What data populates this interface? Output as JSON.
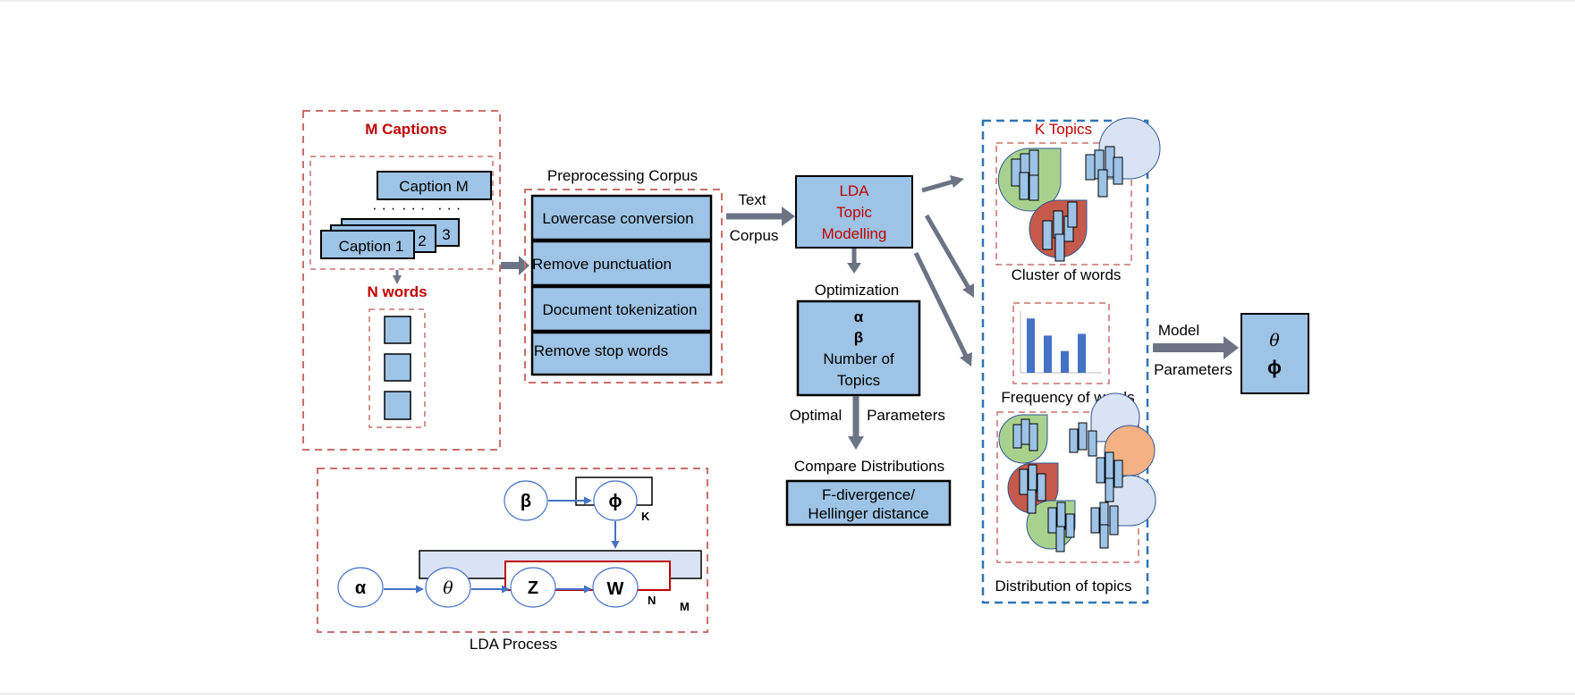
{
  "captions": {
    "group_title": "M Captions",
    "caption_m": "Caption M",
    "caption_1": "Caption 1",
    "caption_2": "2",
    "caption_3": "3",
    "words_title": "N words"
  },
  "preprocessing": {
    "title": "Preprocessing Corpus",
    "steps": [
      "Lowercase conversion",
      "Remove punctuation",
      "Document tokenization",
      "Remove stop words"
    ]
  },
  "arrow_text_corpus": {
    "line1": "Text",
    "line2": "Corpus"
  },
  "lda": {
    "line1": "LDA",
    "line2": "Topic",
    "line3": "Modelling"
  },
  "optimization": {
    "title": "Optimization",
    "alpha": "α",
    "beta": "β",
    "topics_line1": "Number of",
    "topics_line2": "Topics"
  },
  "optimal_parameters": {
    "left": "Optimal",
    "right": "Parameters"
  },
  "compare": {
    "title": "Compare Distributions",
    "line1": "F-divergence/",
    "line2": "Hellinger distance"
  },
  "topics_panel": {
    "title": "K Topics",
    "cluster_label": "Cluster of words",
    "frequency_label": "Frequency of words",
    "distribution_label": "Distribution of topics",
    "frequency_bars": [
      0.95,
      0.65,
      0.38,
      0.68
    ]
  },
  "model_params": {
    "line1": "Model",
    "line2": "Parameters",
    "theta": "θ",
    "phi": "ϕ"
  },
  "lda_process": {
    "title": "LDA Process",
    "beta": "β",
    "phi": "ϕ",
    "k": "K",
    "alpha": "α",
    "theta": "θ",
    "z": "Z",
    "w": "W",
    "n": "N",
    "m": "M"
  },
  "colors": {
    "box_fill": "#9dc3e6",
    "dashed_red": "#c9706a",
    "dashed_blue": "#2e75b6",
    "red_text": "#c00000",
    "arrow_gray": "#6b7385",
    "small_arrow_blue": "#4472c4",
    "blob_green": "#a9d18e",
    "blob_lightblue": "#dae3f3",
    "blob_red": "#c55a4a",
    "blob_orange": "#f4b183",
    "bar_blue": "#4472c4"
  }
}
